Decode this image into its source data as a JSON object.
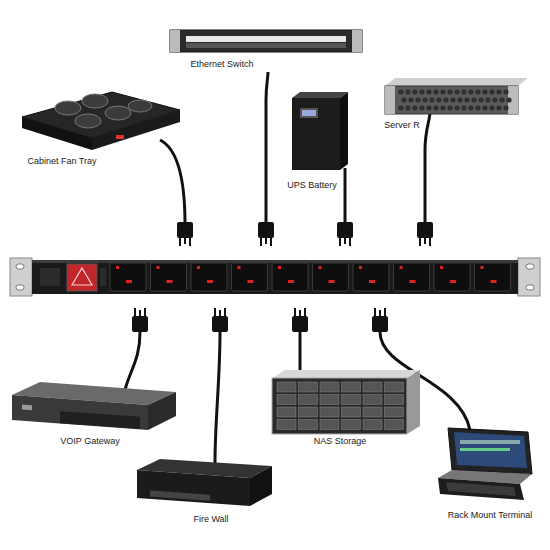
{
  "diagram": {
    "labels": [
      "Ethernet Switch",
      "Cabinet Fan Tray",
      "UPS Battery",
      "Server R",
      "VOIP Gateway",
      "NAS Storage",
      "Fire Wall",
      "Rack Mount Terminal"
    ]
  }
}
